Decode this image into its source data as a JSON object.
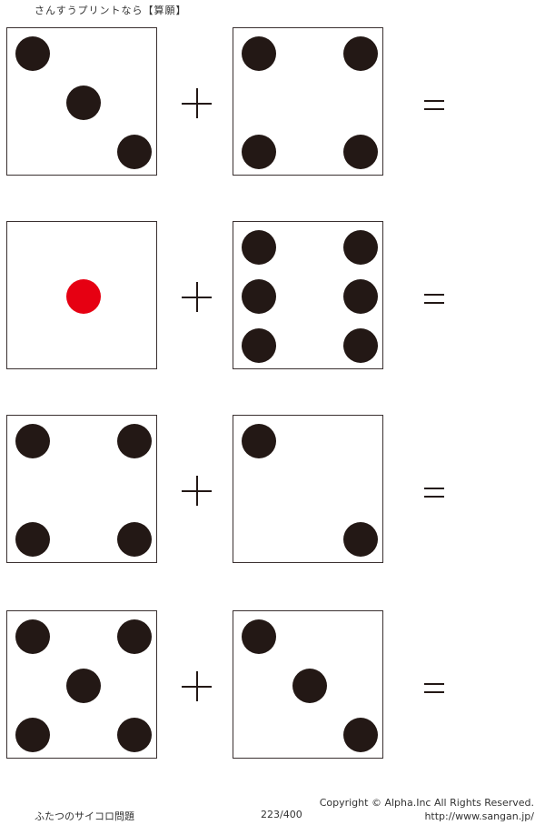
{
  "header": {
    "title": "さんすうプリントなら【算願】"
  },
  "colors": {
    "pip": "#231815",
    "highlight_pip": "#e60012",
    "border": "#3a3030"
  },
  "problems": [
    {
      "die_a": 3,
      "die_b": 4,
      "operator": "plus",
      "result": "equals",
      "answer": ""
    },
    {
      "die_a": 1,
      "die_b": 6,
      "operator": "plus",
      "result": "equals",
      "answer": ""
    },
    {
      "die_a": 4,
      "die_b": 2,
      "operator": "plus",
      "result": "equals",
      "answer": ""
    },
    {
      "die_a": 5,
      "die_b": 3,
      "operator": "plus",
      "result": "equals",
      "answer": ""
    }
  ],
  "footer": {
    "worksheet_title": "ふたつのサイコロ問題",
    "page": "223/400",
    "copyright": "Copyright ©  Alpha.Inc All Rights Reserved.",
    "url": "http://www.sangan.jp/"
  }
}
